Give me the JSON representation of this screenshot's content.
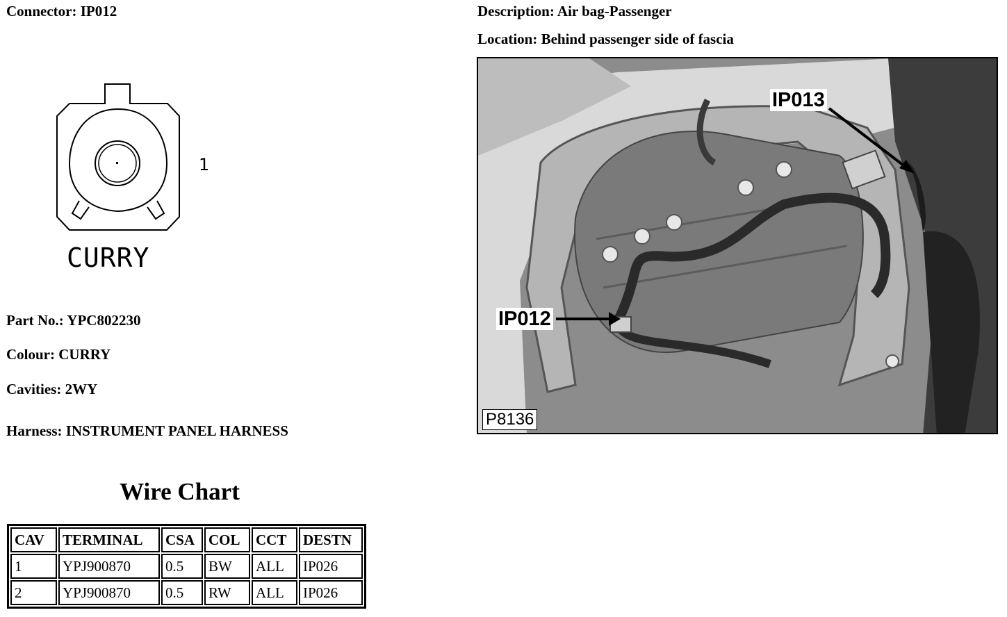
{
  "connector": {
    "label": "Connector:",
    "value": "IP012"
  },
  "description": {
    "label": "Description:",
    "value": "Air bag-Passenger"
  },
  "location": {
    "label": "Location:",
    "value": "Behind passenger side of fascia"
  },
  "diagram": {
    "cavity_number": "1",
    "colour_text": "CURRY"
  },
  "part_no": {
    "label": "Part No.:",
    "value": "YPC802230"
  },
  "colour": {
    "label": "Colour:",
    "value": "CURRY"
  },
  "cavities": {
    "label": "Cavities:",
    "value": "2WY"
  },
  "harness": {
    "label": "Harness:",
    "value": "INSTRUMENT PANEL HARNESS"
  },
  "wire_chart": {
    "title": "Wire Chart",
    "headers": [
      "CAV",
      "TERMINAL",
      "CSA",
      "COL",
      "CCT",
      "DESTN"
    ],
    "rows": [
      [
        "1",
        "YPJ900870",
        "0.5",
        "BW",
        "ALL",
        "IP026"
      ],
      [
        "2",
        "YPJ900870",
        "0.5",
        "RW",
        "ALL",
        "IP026"
      ]
    ]
  },
  "photo": {
    "callout_ip013": "IP013",
    "callout_ip012": "IP012",
    "reference": "P8136"
  }
}
